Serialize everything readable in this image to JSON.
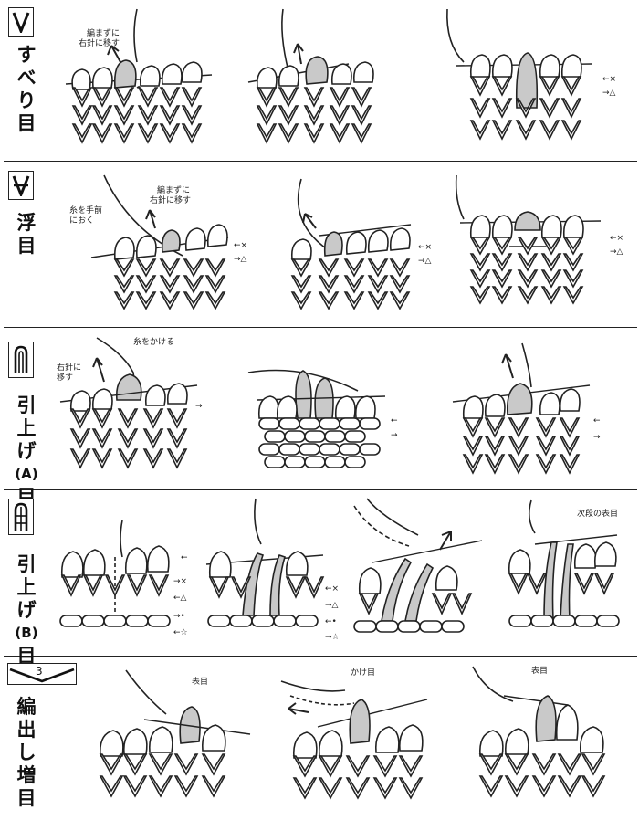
{
  "sections": [
    {
      "id": "slip-stitch",
      "symbol_icon": "v-slip-symbol-icon",
      "label": [
        "す",
        "べ",
        "り",
        "目"
      ],
      "annotations": [
        "編まずに",
        "右針に移す"
      ],
      "markers": [
        "←×",
        "→△"
      ]
    },
    {
      "id": "float-stitch",
      "symbol_icon": "v-float-symbol-icon",
      "label": [
        "浮",
        "目"
      ],
      "annotations": [
        "糸を手前",
        "におく",
        "編まずに",
        "右針に移す"
      ],
      "markers": [
        "←×",
        "→△",
        "←×",
        "→△",
        "←×",
        "→△"
      ]
    },
    {
      "id": "tuck-stitch-a",
      "symbol_icon": "tuck-a-symbol-icon",
      "label": [
        "引",
        "上",
        "げ",
        "(A)",
        "目"
      ],
      "annotations": [
        "糸をかける",
        "右針に",
        "移す"
      ],
      "markers": [
        "→",
        "←",
        "→",
        "←",
        "→"
      ]
    },
    {
      "id": "tuck-stitch-b",
      "symbol_icon": "tuck-b-symbol-icon",
      "label": [
        "引",
        "上",
        "げ",
        "(B)",
        "目"
      ],
      "annotations": [
        "次段の表目"
      ],
      "markers": [
        "←",
        "→×",
        "←△",
        "→•",
        "←☆",
        "←×",
        "→△",
        "←•",
        "→☆"
      ]
    },
    {
      "id": "increase-stitch",
      "symbol_icon": "increase-3-symbol-icon",
      "symbol_number": "3",
      "label": [
        "編",
        "出",
        "し",
        "増",
        "目"
      ],
      "annotations": [
        "表目",
        "かけ目",
        "表目"
      ]
    }
  ],
  "colors": {
    "ink": "#222222",
    "highlight_yarn": "#c9c9c9",
    "paper": "#ffffff"
  }
}
